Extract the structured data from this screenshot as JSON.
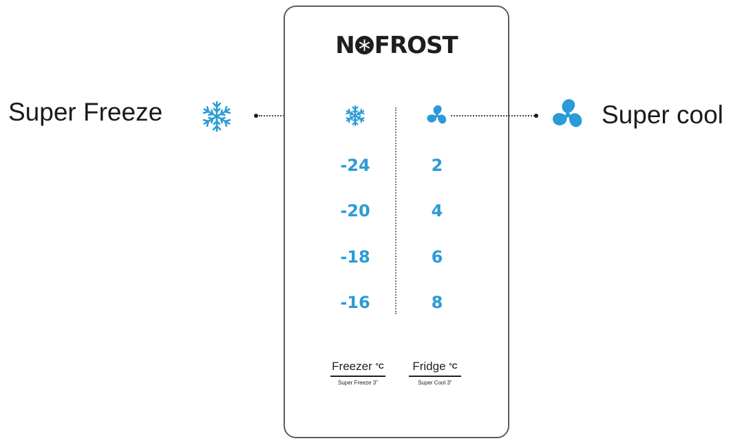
{
  "labels": {
    "super_freeze": "Super Freeze",
    "super_cool": "Super cool"
  },
  "panel": {
    "brand_prefix": "N",
    "brand_suffix": "FROST",
    "freezer_values": [
      "-24",
      "-20",
      "-18",
      "-16"
    ],
    "fridge_values": [
      "2",
      "4",
      "6",
      "8"
    ],
    "freezer_label": "Freezer",
    "freezer_unit": "°C",
    "freezer_sub": "Super Freeze 3\"",
    "fridge_label": "Fridge",
    "fridge_unit": "°C",
    "fridge_sub": "Super Cool 3\""
  },
  "colors": {
    "accent": "#2a9bd6",
    "text": "#1a1a1a",
    "border": "#5b5b5b"
  },
  "icons": {
    "freeze": "snowflake-icon",
    "cool": "fan-icon"
  }
}
